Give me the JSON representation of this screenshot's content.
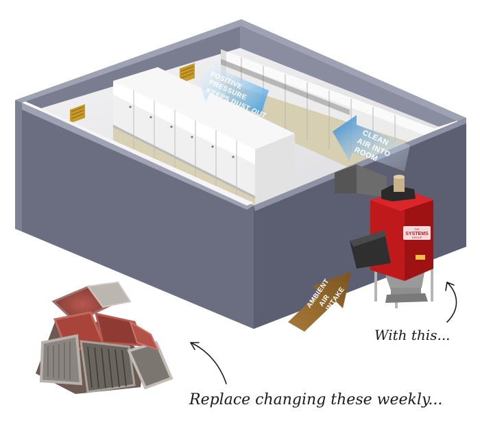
{
  "arrows": {
    "positive_pressure": [
      "POSITIVE",
      "PRESSURE",
      "KEEPS DUST OUT"
    ],
    "clean_air": [
      "CLEAN",
      "AIR INTO",
      "ROOM"
    ],
    "ambient_air": [
      "AMBIENT",
      "AIR",
      "INTAKE"
    ]
  },
  "unit": {
    "brand": "SYSTEMS",
    "brand_small_top": "THE",
    "brand_small_bottom": "GROUP"
  },
  "captions": {
    "with_this": "With this...",
    "replace": "Replace changing these weekly..."
  },
  "colors": {
    "wall": "#6b6e80",
    "wall_dark": "#55586a",
    "floor": "#ececef",
    "cabinet": "#f2f2f2",
    "cabinet_beige": "#d9d1b4",
    "unit_red": "#c0191c",
    "arrow_blue": "#3a8fd6",
    "arrow_brown": "#9a6b2c"
  },
  "icons": [
    "vent-grille-icon",
    "positive-pressure-arrow-icon",
    "clean-air-arrow-icon",
    "ambient-air-arrow-icon",
    "dust-collector-icon",
    "dirty-filters-icon"
  ]
}
